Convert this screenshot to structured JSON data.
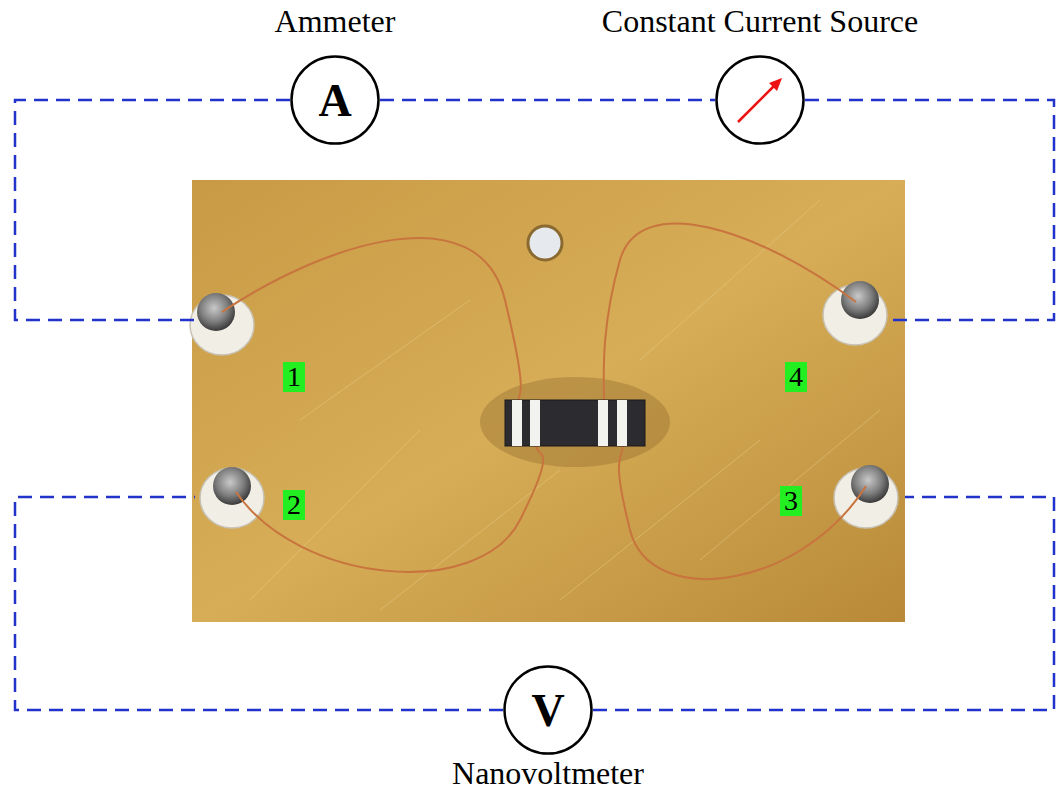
{
  "diagram": {
    "nodes": [
      {
        "text": [
          "Ammeter",
          "A"
        ]
      },
      {
        "text": [
          "Constant Current Source"
        ]
      },
      {
        "text": [
          "1"
        ]
      },
      {
        "text": [
          "4"
        ]
      },
      {
        "text": [
          "2"
        ]
      },
      {
        "text": [
          "3"
        ]
      },
      {
        "text": [
          "V",
          "Nanovoltmeter"
        ]
      }
    ],
    "edges": [
      {
        "from": 0,
        "to": 2,
        "arrow": "none"
      },
      {
        "from": 0,
        "to": 1,
        "arrow": "none"
      },
      {
        "from": 1,
        "to": 3,
        "arrow": "none"
      },
      {
        "from": 6,
        "to": 4,
        "arrow": "none"
      },
      {
        "from": 6,
        "to": 5,
        "arrow": "none"
      }
    ]
  }
}
